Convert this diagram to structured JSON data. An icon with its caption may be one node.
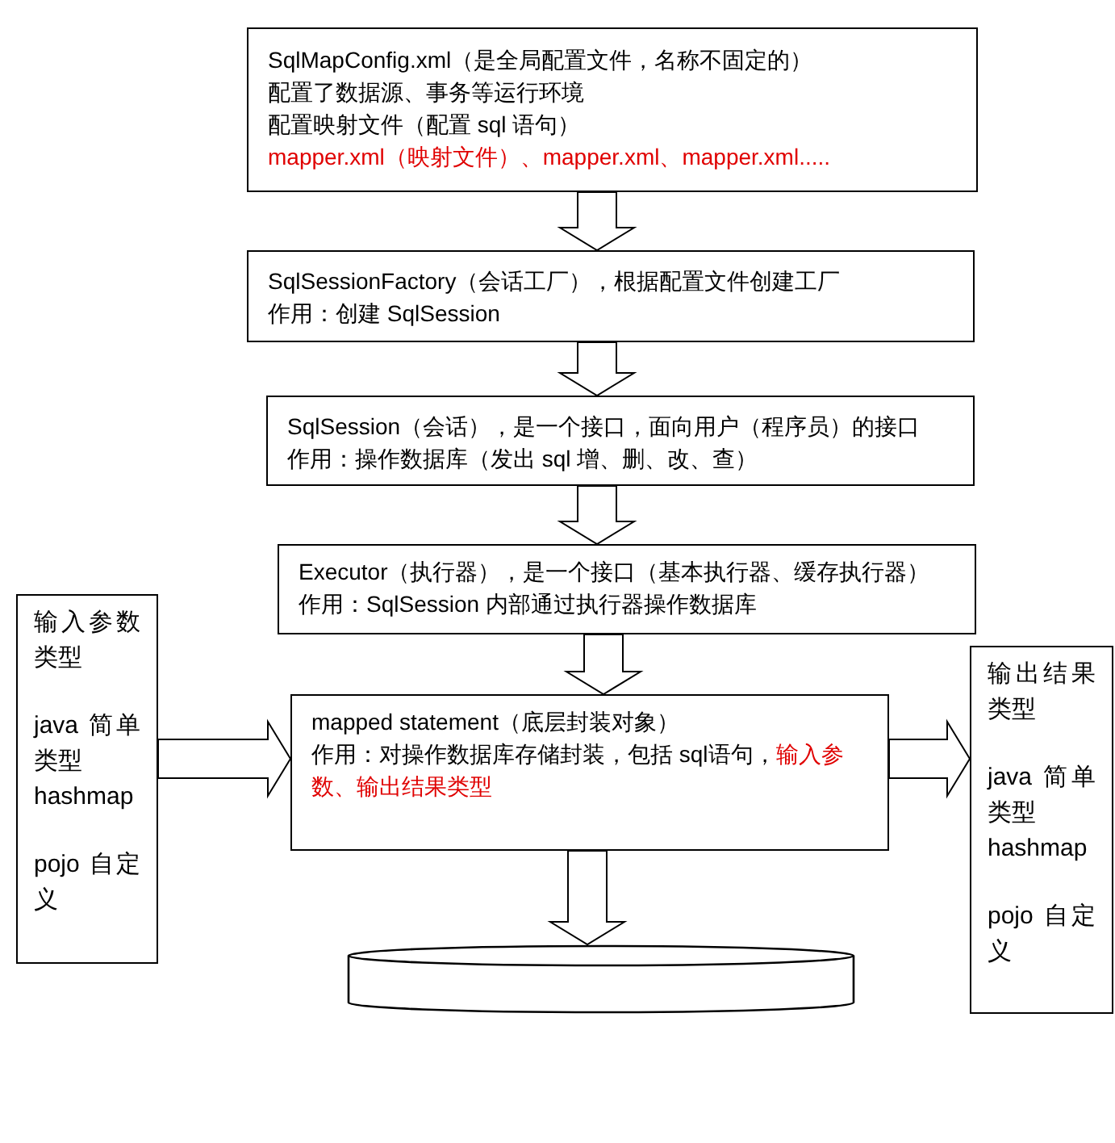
{
  "diagram": {
    "nodes": [
      {
        "text": [
          "SqlMapConfig.xml（是全局配置文件，名称不固定的）",
          "配置了数据源、事务等运行环境",
          "配置映射文件（配置 sql 语句）",
          "mapper.xml（映射文件）、mapper.xml、mapper.xml....."
        ]
      },
      {
        "text": [
          "SqlSessionFactory（会话工厂），根据配置文件创建工厂",
          "作用：创建 SqlSession"
        ]
      },
      {
        "text": [
          "SqlSession（会话），是一个接口，面向用户（程序员）的接口",
          "作用：操作数据库（发出 sql 增、删、改、查）"
        ]
      },
      {
        "text": [
          "Executor（执行器），是一个接口（基本执行器、缓存执行器）",
          "作用：SqlSession 内部通过执行器操作数据库"
        ]
      },
      {
        "text": [
          "输入参数类型",
          "java 简单类型",
          "hashmap",
          "pojo 自定义"
        ]
      },
      {
        "text": [
          "mapped statement（底层封装对象）",
          "作用：对操作数据库存储封装，包括 sql语句，",
          "输入参数、输出结果类型"
        ]
      },
      {
        "text": [
          "输出结果类型",
          "java 简单类型",
          "hashmap",
          "pojo 自定义"
        ]
      },
      {
        "text": [],
        "shape": "cylinder"
      }
    ],
    "edges": [
      {
        "from": 0,
        "to": 1,
        "arrow": "to"
      },
      {
        "from": 1,
        "to": 2,
        "arrow": "to"
      },
      {
        "from": 2,
        "to": 3,
        "arrow": "to"
      },
      {
        "from": 3,
        "to": 5,
        "arrow": "to"
      },
      {
        "from": 4,
        "to": 5,
        "arrow": "to"
      },
      {
        "from": 5,
        "to": 6,
        "arrow": "to"
      },
      {
        "from": 5,
        "to": 7,
        "arrow": "to"
      }
    ]
  }
}
